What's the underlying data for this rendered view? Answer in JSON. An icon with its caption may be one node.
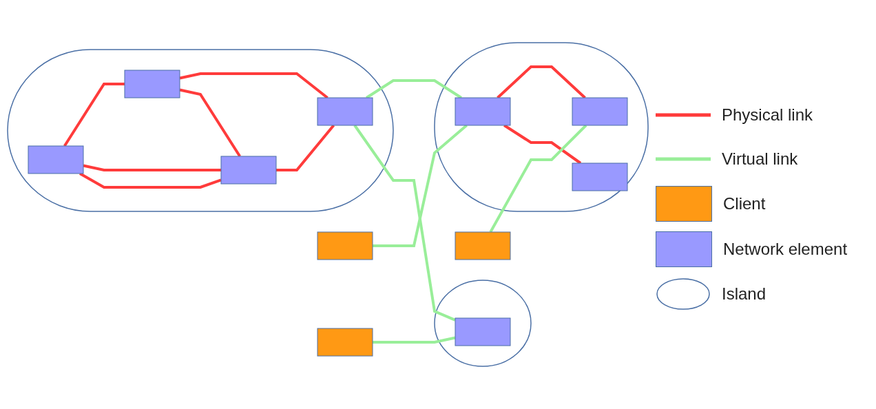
{
  "diagram": {
    "nodes": [
      {
        "text": [],
        "shape": "box"
      },
      {
        "text": [],
        "shape": "box"
      },
      {
        "text": [],
        "shape": "ellipse"
      },
      {
        "text": [],
        "shape": "box",
        "in": 2
      },
      {
        "text": [],
        "shape": "box",
        "in": 2
      },
      {
        "text": [],
        "shape": "box",
        "in": 2
      },
      {
        "text": [],
        "shape": "box",
        "in": 2
      },
      {
        "text": [],
        "shape": "ellipse"
      },
      {
        "text": [],
        "shape": "box",
        "in": 7
      },
      {
        "text": [],
        "shape": "box",
        "in": 7
      },
      {
        "text": [],
        "shape": "box",
        "in": 7
      },
      {
        "text": [],
        "shape": "box"
      },
      {
        "text": [],
        "shape": "ellipse"
      },
      {
        "text": [],
        "shape": "box",
        "in": 12
      }
    ],
    "edges": [
      {
        "from": 3,
        "to": 4,
        "arrow": "none"
      },
      {
        "from": 3,
        "to": 5,
        "arrow": "none"
      },
      {
        "from": 3,
        "to": 5,
        "arrow": "none"
      },
      {
        "from": 4,
        "to": 6,
        "arrow": "none"
      },
      {
        "from": 4,
        "to": 5,
        "arrow": "none"
      },
      {
        "from": 5,
        "to": 6,
        "arrow": "none"
      },
      {
        "from": 8,
        "to": 9,
        "arrow": "none"
      },
      {
        "from": 8,
        "to": 10,
        "arrow": "none"
      },
      {
        "from": 6,
        "to": 8,
        "arrow": "none",
        "color": "#99ee99"
      },
      {
        "from": 6,
        "to": 13,
        "arrow": "none",
        "color": "#99ee99"
      },
      {
        "from": 0,
        "to": 8,
        "arrow": "none",
        "color": "#99ee99"
      },
      {
        "from": 1,
        "to": 9,
        "arrow": "none",
        "color": "#99ee99"
      },
      {
        "from": 11,
        "to": 13,
        "arrow": "none",
        "color": "#99ee99"
      }
    ],
    "legend": [
      {
        "text": "Physical link"
      },
      {
        "text": "Virtual link"
      },
      {
        "text": "Client",
        "color": "#ff9914"
      },
      {
        "text": "Network element",
        "color": "#9999ff"
      },
      {
        "text": "Island"
      }
    ]
  }
}
